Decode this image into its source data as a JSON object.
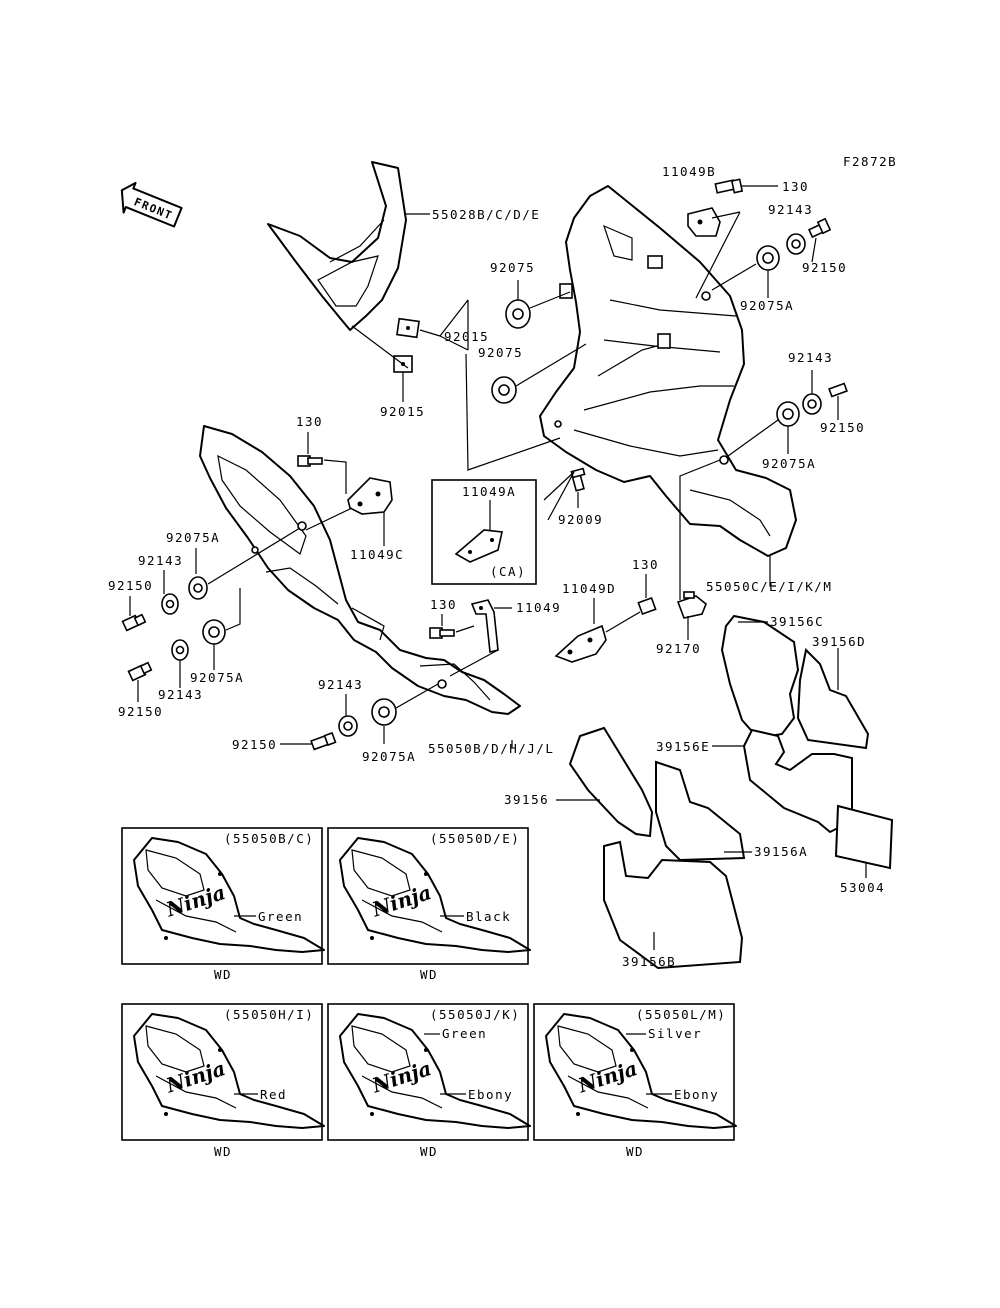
{
  "figure_code": "F2872B",
  "front_label": "FRONT",
  "parts": {
    "upper_cowl": "55028B/C/D/E",
    "bolt_130_top": "130",
    "bracket_11049B": "11049B",
    "cap_92143_a": "92143",
    "bolt_92150_a": "92150",
    "damper_92075A_a": "92075A",
    "damper_92075_a": "92075",
    "damper_92075_b": "92075",
    "clip_92015_a": "92015",
    "clip_92015_b": "92015",
    "cap_92143_b": "92143",
    "damper_92075A_b": "92075A",
    "bolt_92150_b": "92150",
    "bolt_130_left": "130",
    "bracket_11049C": "11049C",
    "bracket_11049A": "11049A",
    "ca_note": "(CA)",
    "bolt_92009": "92009",
    "right_lower_cowl": "55050C/E/I/K/M",
    "damper_92075A_left": "92075A",
    "cap_92143_left": "92143",
    "bolt_92150_left": "92150",
    "damper_92075A_lower": "92075A",
    "cap_92143_lower": "92143",
    "bolt_92150_lower": "92150",
    "bolt_130_mid": "130",
    "bracket_11049": "11049",
    "bracket_11049D": "11049D",
    "bolt_130_right": "130",
    "nut_92170": "92170",
    "cap_92143_bottom": "92143",
    "bolt_92150_bottom": "92150",
    "damper_92075A_bottom": "92075A",
    "left_lower_cowl": "55050B/D/H/J/L",
    "pad_39156C": "39156C",
    "pad_39156D": "39156D",
    "pad_39156E": "39156E",
    "pad_39156": "39156",
    "pad_39156A": "39156A",
    "pad_53004": "53004",
    "pad_39156B": "39156B"
  },
  "variants": [
    {
      "code": "(55050B/C)",
      "color": "Green",
      "note": "WD"
    },
    {
      "code": "(55050D/E)",
      "color": "Black",
      "note": "WD"
    },
    {
      "code": "(55050H/I)",
      "color": "Red",
      "note": "WD"
    },
    {
      "code": "(55050J/K)",
      "color_top": "Green",
      "color": "Ebony",
      "note": "WD"
    },
    {
      "code": "(55050L/M)",
      "color_top": "Silver",
      "color": "Ebony",
      "note": "WD"
    }
  ],
  "logo_text": "Ninja"
}
